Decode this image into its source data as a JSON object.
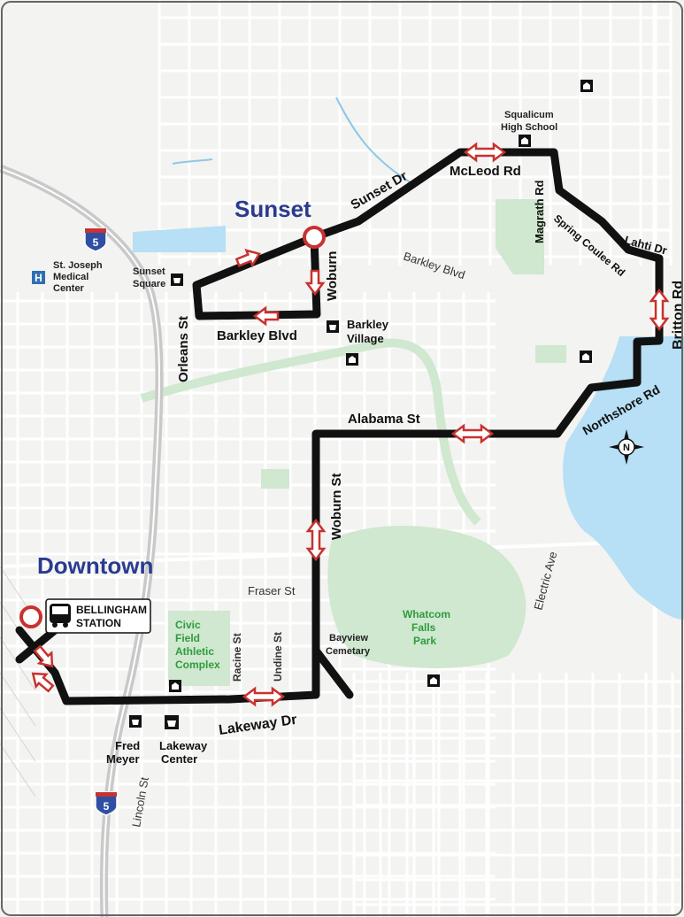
{
  "hubs": {
    "sunset": "Sunset",
    "downtown": "Downtown"
  },
  "station": {
    "line1": "BELLINGHAM",
    "line2": "STATION"
  },
  "streets": {
    "sunset_dr": "Sunset Dr",
    "mcleod_rd": "McLeod Rd",
    "magrath_rd": "Magrath Rd",
    "spring_coulee_rd": "Spring Coulee Rd",
    "lahti_dr": "Lahti Dr",
    "britton_rd": "Britton Rd",
    "northshore_rd": "Northshore Rd",
    "alabama_st": "Alabama St",
    "woburn": "Woburn",
    "woburn_st": "Woburn St",
    "barkley_blvd": "Barkley Blvd",
    "barkley_blvd_minor": "Barkley Blvd",
    "orleans_st": "Orleans St",
    "lakeway_dr": "Lakeway Dr",
    "fraser_st": "Fraser St",
    "racine_st": "Racine St",
    "undine_st": "Undine St",
    "electric_ave": "Electric Ave",
    "lincoln_st": "Lincoln St"
  },
  "pois": {
    "squalicum": [
      "Squalicum",
      "High School"
    ],
    "st_joseph": [
      "St. Joseph",
      "Medical",
      "Center"
    ],
    "sunset_square": [
      "Sunset",
      "Square"
    ],
    "barkley_village": [
      "Barkley",
      "Village"
    ],
    "bayview": [
      "Bayview",
      "Cemetary"
    ],
    "fred_meyer": [
      "Fred",
      "Meyer"
    ],
    "lakeway_center": [
      "Lakeway",
      "Center"
    ]
  },
  "parks": {
    "civic_field": [
      "Civic",
      "Field",
      "Athletic",
      "Complex"
    ],
    "whatcom_falls": [
      "Whatcom",
      "Falls",
      "Park"
    ]
  },
  "highway": {
    "shield_number": "5"
  },
  "icons": {
    "hospital": "H",
    "compass": "N"
  },
  "colors": {
    "route": "#111111",
    "arrow": "#c8322f",
    "hub_text": "#2a3b8f",
    "water": "#b7dff5",
    "park": "#cfe8cf",
    "park_text": "#2f9b3d",
    "hospital": "#2f6fb4",
    "shield": "#2f4fa3"
  }
}
